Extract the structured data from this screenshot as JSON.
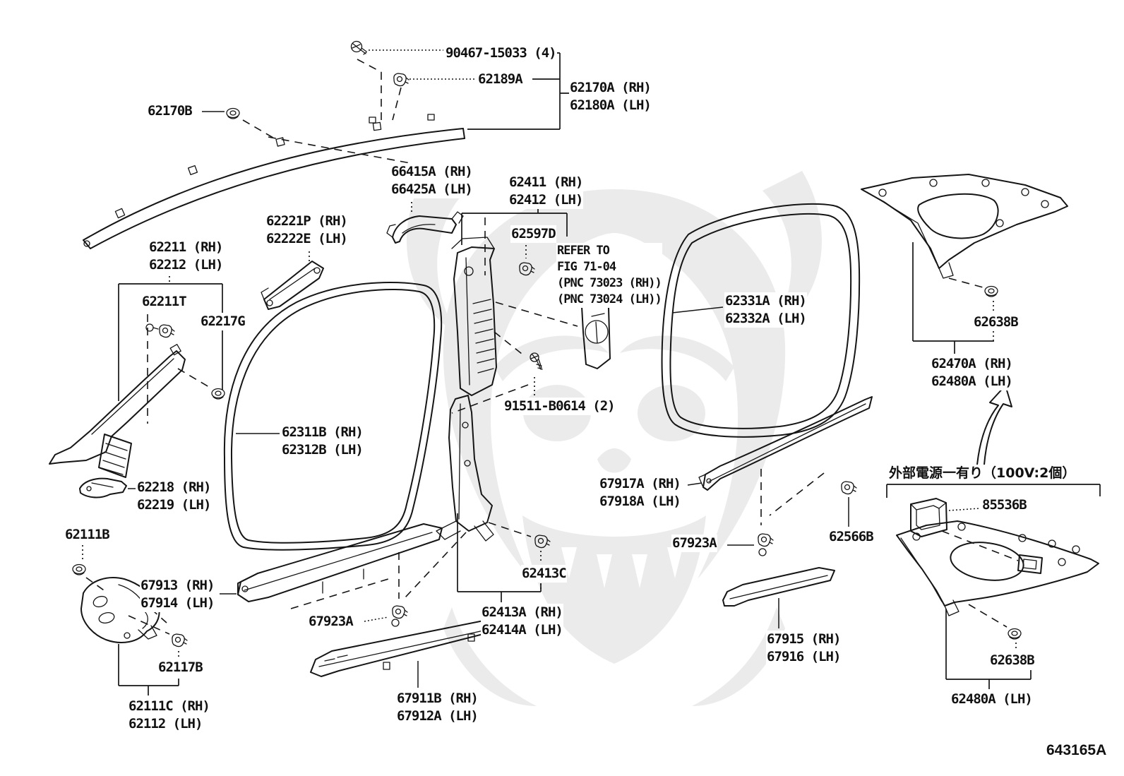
{
  "figure": {
    "code": "643165A"
  },
  "note": {
    "power_supply_jp": "外部電源一有り（100V:2個）"
  },
  "labels": {
    "p90467": "90467-15033 (4)",
    "p62189a": "62189A",
    "p62170a": "62170A (RH)\n62180A (LH)",
    "p62170b": "62170B",
    "p66415a": "66415A (RH)\n66425A (LH)",
    "p62411": "62411 (RH)\n62412 (LH)",
    "p62221p": "62221P (RH)\n62222E (LH)",
    "p62597d": "62597D",
    "refer_fig": "REFER TO\nFIG 71-04\n(PNC 73023 (RH))\n(PNC 73024 (LH))",
    "p62211": "62211 (RH)\n62212 (LH)",
    "p62211t": "62211T",
    "p62217g": "62217G",
    "p62331a": "62331A (RH)\n62332A (LH)",
    "p62638b_upper": "62638B",
    "p62470a": "62470A (RH)\n62480A (LH)",
    "p91511": "91511-B0614 (2)",
    "p62311b": "62311B (RH)\n62312B (LH)",
    "p62218": "62218 (RH)\n62219 (LH)",
    "p62111b": "62111B",
    "p67917a": "67917A (RH)\n67918A (LH)",
    "p85536b": "85536B",
    "p67923a_center": "67923A",
    "p62566b": "62566B",
    "p62413c": "62413C",
    "p67913": "67913 (RH)\n67914 (LH)",
    "p67923a_front": "67923A",
    "p62413a": "62413A (RH)\n62414A (LH)",
    "p67915": "67915 (RH)\n67916 (LH)",
    "p62638b_lower": "62638B",
    "p62117b": "62117B",
    "p62111c": "62111C (RH)\n62112 (LH)",
    "p67911b": "67911B (RH)\n67912A (LH)",
    "p62480a_lower": "62480A (LH)"
  }
}
